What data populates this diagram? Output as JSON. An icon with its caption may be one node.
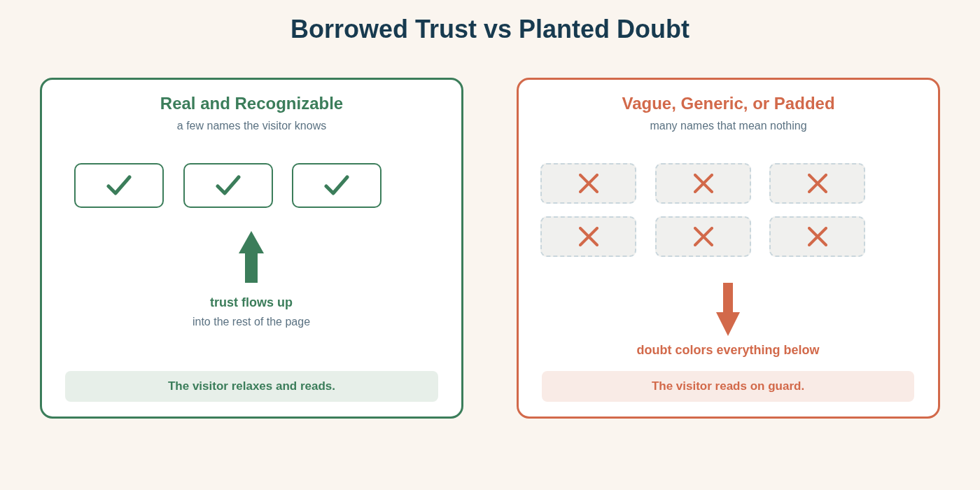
{
  "diagram": {
    "title": "Borrowed Trust vs Planted Doubt",
    "nodes": [
      {
        "text": [
          "Real and Recognizable",
          "a few names the visitor knows"
        ]
      },
      {
        "text": [],
        "shape": "box",
        "in": 0
      },
      {
        "text": [],
        "shape": "box",
        "in": 0
      },
      {
        "text": [],
        "shape": "box",
        "in": 0
      },
      {
        "text": [
          "The visitor relaxes and reads."
        ],
        "in": 0
      },
      {
        "text": [
          "Vague, Generic, or Padded",
          "many names that mean nothing"
        ]
      },
      {
        "text": [],
        "shape": "box",
        "in": 5
      },
      {
        "text": [],
        "shape": "box",
        "in": 5
      },
      {
        "text": [],
        "shape": "box",
        "in": 5
      },
      {
        "text": [],
        "shape": "box",
        "in": 5
      },
      {
        "text": [],
        "shape": "box",
        "in": 5
      },
      {
        "text": [],
        "shape": "box",
        "in": 5
      },
      {
        "text": [
          "The visitor reads on guard."
        ],
        "in": 5
      }
    ],
    "labels": [
      "trust flows up",
      "into the rest of the page",
      "doubt colors everything below"
    ]
  }
}
